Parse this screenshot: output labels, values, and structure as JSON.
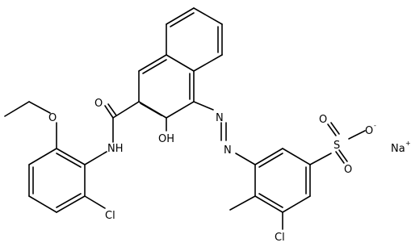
{
  "labels": {
    "O_ether": "O",
    "O_carbonyl": "O",
    "NH": "NH",
    "OH": "OH",
    "N1": "N",
    "N2": "N",
    "Cl_left": "Cl",
    "Cl_right": "Cl",
    "S": "S",
    "O_s_top": "O",
    "O_s_bottom": "O",
    "O_s_minus": "O",
    "minus_sign": "-",
    "Na": "Na",
    "plus_sign": "+"
  }
}
